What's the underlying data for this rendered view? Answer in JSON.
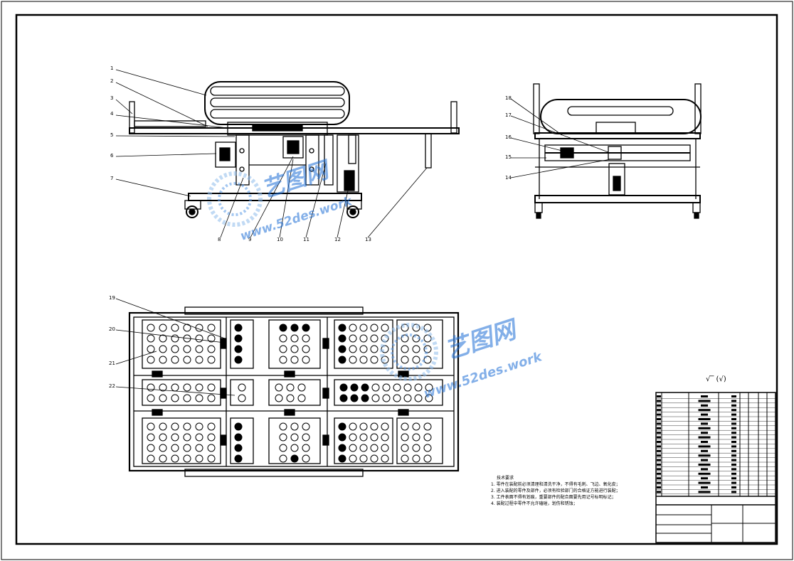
{
  "part_numbers": [
    "1",
    "2",
    "3",
    "4",
    "5",
    "6",
    "7",
    "8",
    "9",
    "10",
    "11",
    "12",
    "13",
    "14",
    "15",
    "16",
    "17",
    "18",
    "19",
    "20",
    "21",
    "22"
  ],
  "technical_requirements": {
    "title": "技术要求",
    "items": [
      "1. 零件在装配前必须清理和清洗干净，不得有毛刺、飞边、氧化皮；",
      "2. 进入装配的零件及部件，必须有检验部门的合格证方能进行装配；",
      "3. 工件表面不得有划痕，重要部件的配合面要先用记号标明标记；",
      "4. 装配过程中零件不允许磕碰，划伤和锈蚀；"
    ]
  },
  "roughness_symbol": "√‾ (√)",
  "watermark": {
    "brand": "艺图网",
    "url": "www.52des.work"
  },
  "colors": {
    "line": "#000000",
    "watermark": "#1e6fd6",
    "watermark_light": "#8fbcec"
  }
}
